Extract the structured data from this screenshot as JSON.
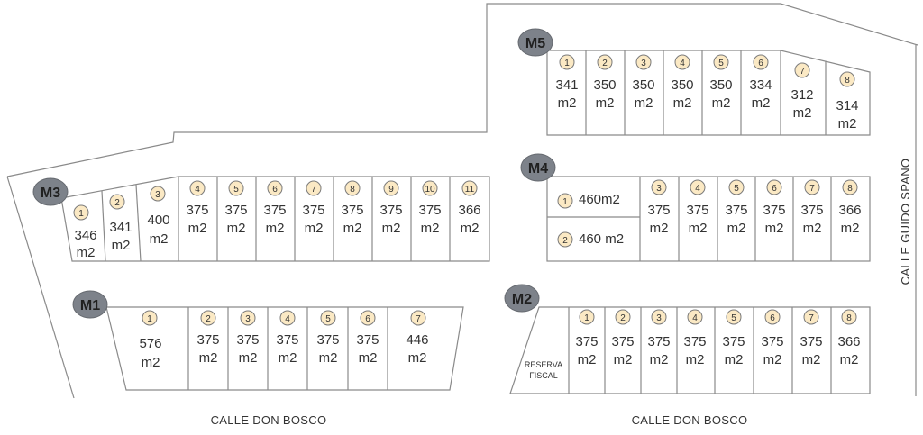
{
  "streets": {
    "bottom_left": "CALLE DON BOSCO",
    "bottom_right": "CALLE DON BOSCO",
    "right": "CALLE GUIDO SPANO"
  },
  "blocks": {
    "M1": {
      "label": "M1",
      "lots": [
        {
          "n": "1",
          "area_top": "576",
          "area_bottom": "m2"
        },
        {
          "n": "2",
          "area_top": "375",
          "area_bottom": "m2"
        },
        {
          "n": "3",
          "area_top": "375",
          "area_bottom": "m2"
        },
        {
          "n": "4",
          "area_top": "375",
          "area_bottom": "m2"
        },
        {
          "n": "5",
          "area_top": "375",
          "area_bottom": "m2"
        },
        {
          "n": "6",
          "area_top": "375",
          "area_bottom": "m2"
        },
        {
          "n": "7",
          "area_top": "446",
          "area_bottom": "m2"
        }
      ]
    },
    "M2": {
      "label": "M2",
      "reserve_line1": "RESERVA",
      "reserve_line2": "FISCAL",
      "lots": [
        {
          "n": "1",
          "area_top": "375",
          "area_bottom": "m2"
        },
        {
          "n": "2",
          "area_top": "375",
          "area_bottom": "m2"
        },
        {
          "n": "3",
          "area_top": "375",
          "area_bottom": "m2"
        },
        {
          "n": "4",
          "area_top": "375",
          "area_bottom": "m2"
        },
        {
          "n": "5",
          "area_top": "375",
          "area_bottom": "m2"
        },
        {
          "n": "6",
          "area_top": "375",
          "area_bottom": "m2"
        },
        {
          "n": "7",
          "area_top": "375",
          "area_bottom": "m2"
        },
        {
          "n": "8",
          "area_top": "366",
          "area_bottom": "m2"
        }
      ]
    },
    "M3": {
      "label": "M3",
      "lots": [
        {
          "n": "1",
          "area_top": "346",
          "area_bottom": "m2"
        },
        {
          "n": "2",
          "area_top": "341",
          "area_bottom": "m2"
        },
        {
          "n": "3",
          "area_top": "400",
          "area_bottom": "m2"
        },
        {
          "n": "4",
          "area_top": "375",
          "area_bottom": "m2"
        },
        {
          "n": "5",
          "area_top": "375",
          "area_bottom": "m2"
        },
        {
          "n": "6",
          "area_top": "375",
          "area_bottom": "m2"
        },
        {
          "n": "7",
          "area_top": "375",
          "area_bottom": "m2"
        },
        {
          "n": "8",
          "area_top": "375",
          "area_bottom": "m2"
        },
        {
          "n": "9",
          "area_top": "375",
          "area_bottom": "m2"
        },
        {
          "n": "10",
          "area_top": "375",
          "area_bottom": "m2"
        },
        {
          "n": "11",
          "area_top": "366",
          "area_bottom": "m2"
        }
      ]
    },
    "M4": {
      "label": "M4",
      "lots": [
        {
          "n": "1",
          "area": "460m2"
        },
        {
          "n": "2",
          "area": "460 m2"
        },
        {
          "n": "3",
          "area_top": "375",
          "area_bottom": "m2"
        },
        {
          "n": "4",
          "area_top": "375",
          "area_bottom": "m2"
        },
        {
          "n": "5",
          "area_top": "375",
          "area_bottom": "m2"
        },
        {
          "n": "6",
          "area_top": "375",
          "area_bottom": "m2"
        },
        {
          "n": "7",
          "area_top": "375",
          "area_bottom": "m2"
        },
        {
          "n": "8",
          "area_top": "366",
          "area_bottom": "m2"
        }
      ]
    },
    "M5": {
      "label": "M5",
      "lots": [
        {
          "n": "1",
          "area_top": "341",
          "area_bottom": "m2"
        },
        {
          "n": "2",
          "area_top": "350",
          "area_bottom": "m2"
        },
        {
          "n": "3",
          "area_top": "350",
          "area_bottom": "m2"
        },
        {
          "n": "4",
          "area_top": "350",
          "area_bottom": "m2"
        },
        {
          "n": "5",
          "area_top": "350",
          "area_bottom": "m2"
        },
        {
          "n": "6",
          "area_top": "334",
          "area_bottom": "m2"
        },
        {
          "n": "7",
          "area_top": "312",
          "area_bottom": "m2"
        },
        {
          "n": "8",
          "area_top": "314",
          "area_bottom": "m2"
        }
      ]
    }
  },
  "colors": {
    "lot_number_fill": "#fbe9c4",
    "block_badge": "#7d828a",
    "outline": "#8a8a8a"
  }
}
